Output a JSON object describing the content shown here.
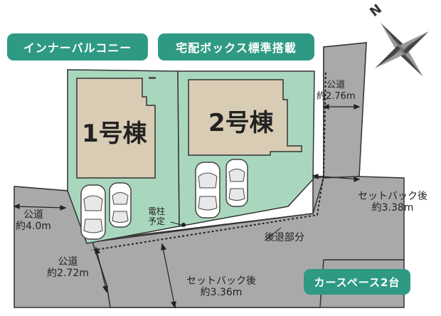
{
  "badges": {
    "balcony": "インナーバルコニー",
    "delivery_box": "宅配ボックス標準搭載",
    "car_space": "カースペース2台"
  },
  "buildings": {
    "b1": "1号棟",
    "b2": "2号棟"
  },
  "compass": {
    "north": "N"
  },
  "labels": {
    "road_east_a": "公道",
    "road_east_b": "約2.76m",
    "setback_right_a": "セットバック後",
    "setback_right_b": "約3.38m",
    "road_west_a": "公道",
    "road_west_b": "約4.0m",
    "pole_a": "電柱",
    "pole_b": "予定",
    "setback_area": "後退部分",
    "road_south_a": "公道",
    "road_south_b": "約2.72m",
    "setback_bottom_a": "セットバック後",
    "setback_bottom_b": "約3.36m"
  },
  "colors": {
    "lot": "#a9d7bd",
    "building": "#d9ccb4",
    "road": "#a9a9a9",
    "badge": "#2f9a84"
  }
}
